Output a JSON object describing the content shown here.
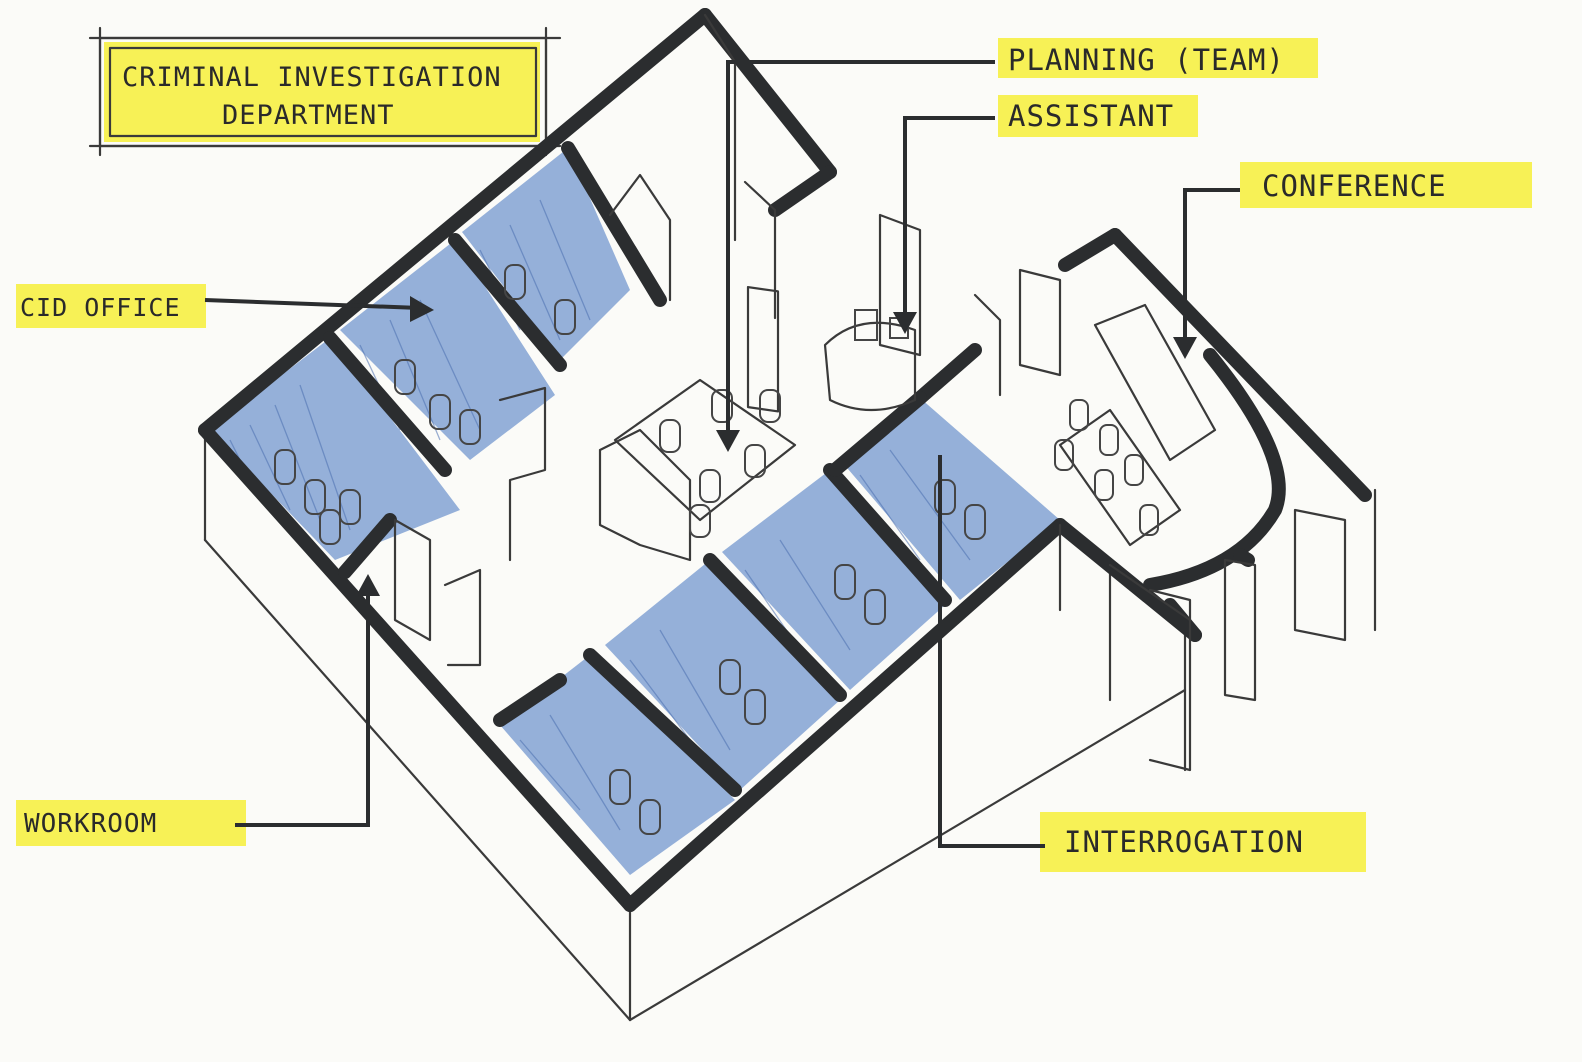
{
  "title": {
    "line1": "CRIMINAL INVESTIGATION",
    "line2": "DEPARTMENT"
  },
  "labels": {
    "planning": "PLANNING (TEAM)",
    "assistant": "ASSISTANT",
    "conference": "CONFERENCE",
    "cid_office": "CID OFFICE",
    "workroom": "WORKROOM",
    "interrogation": "INTERROGATION"
  },
  "colors": {
    "highlight": "#f6ee3a",
    "room_fill": "#7e9fd2",
    "ink": "#2b2d2f"
  }
}
